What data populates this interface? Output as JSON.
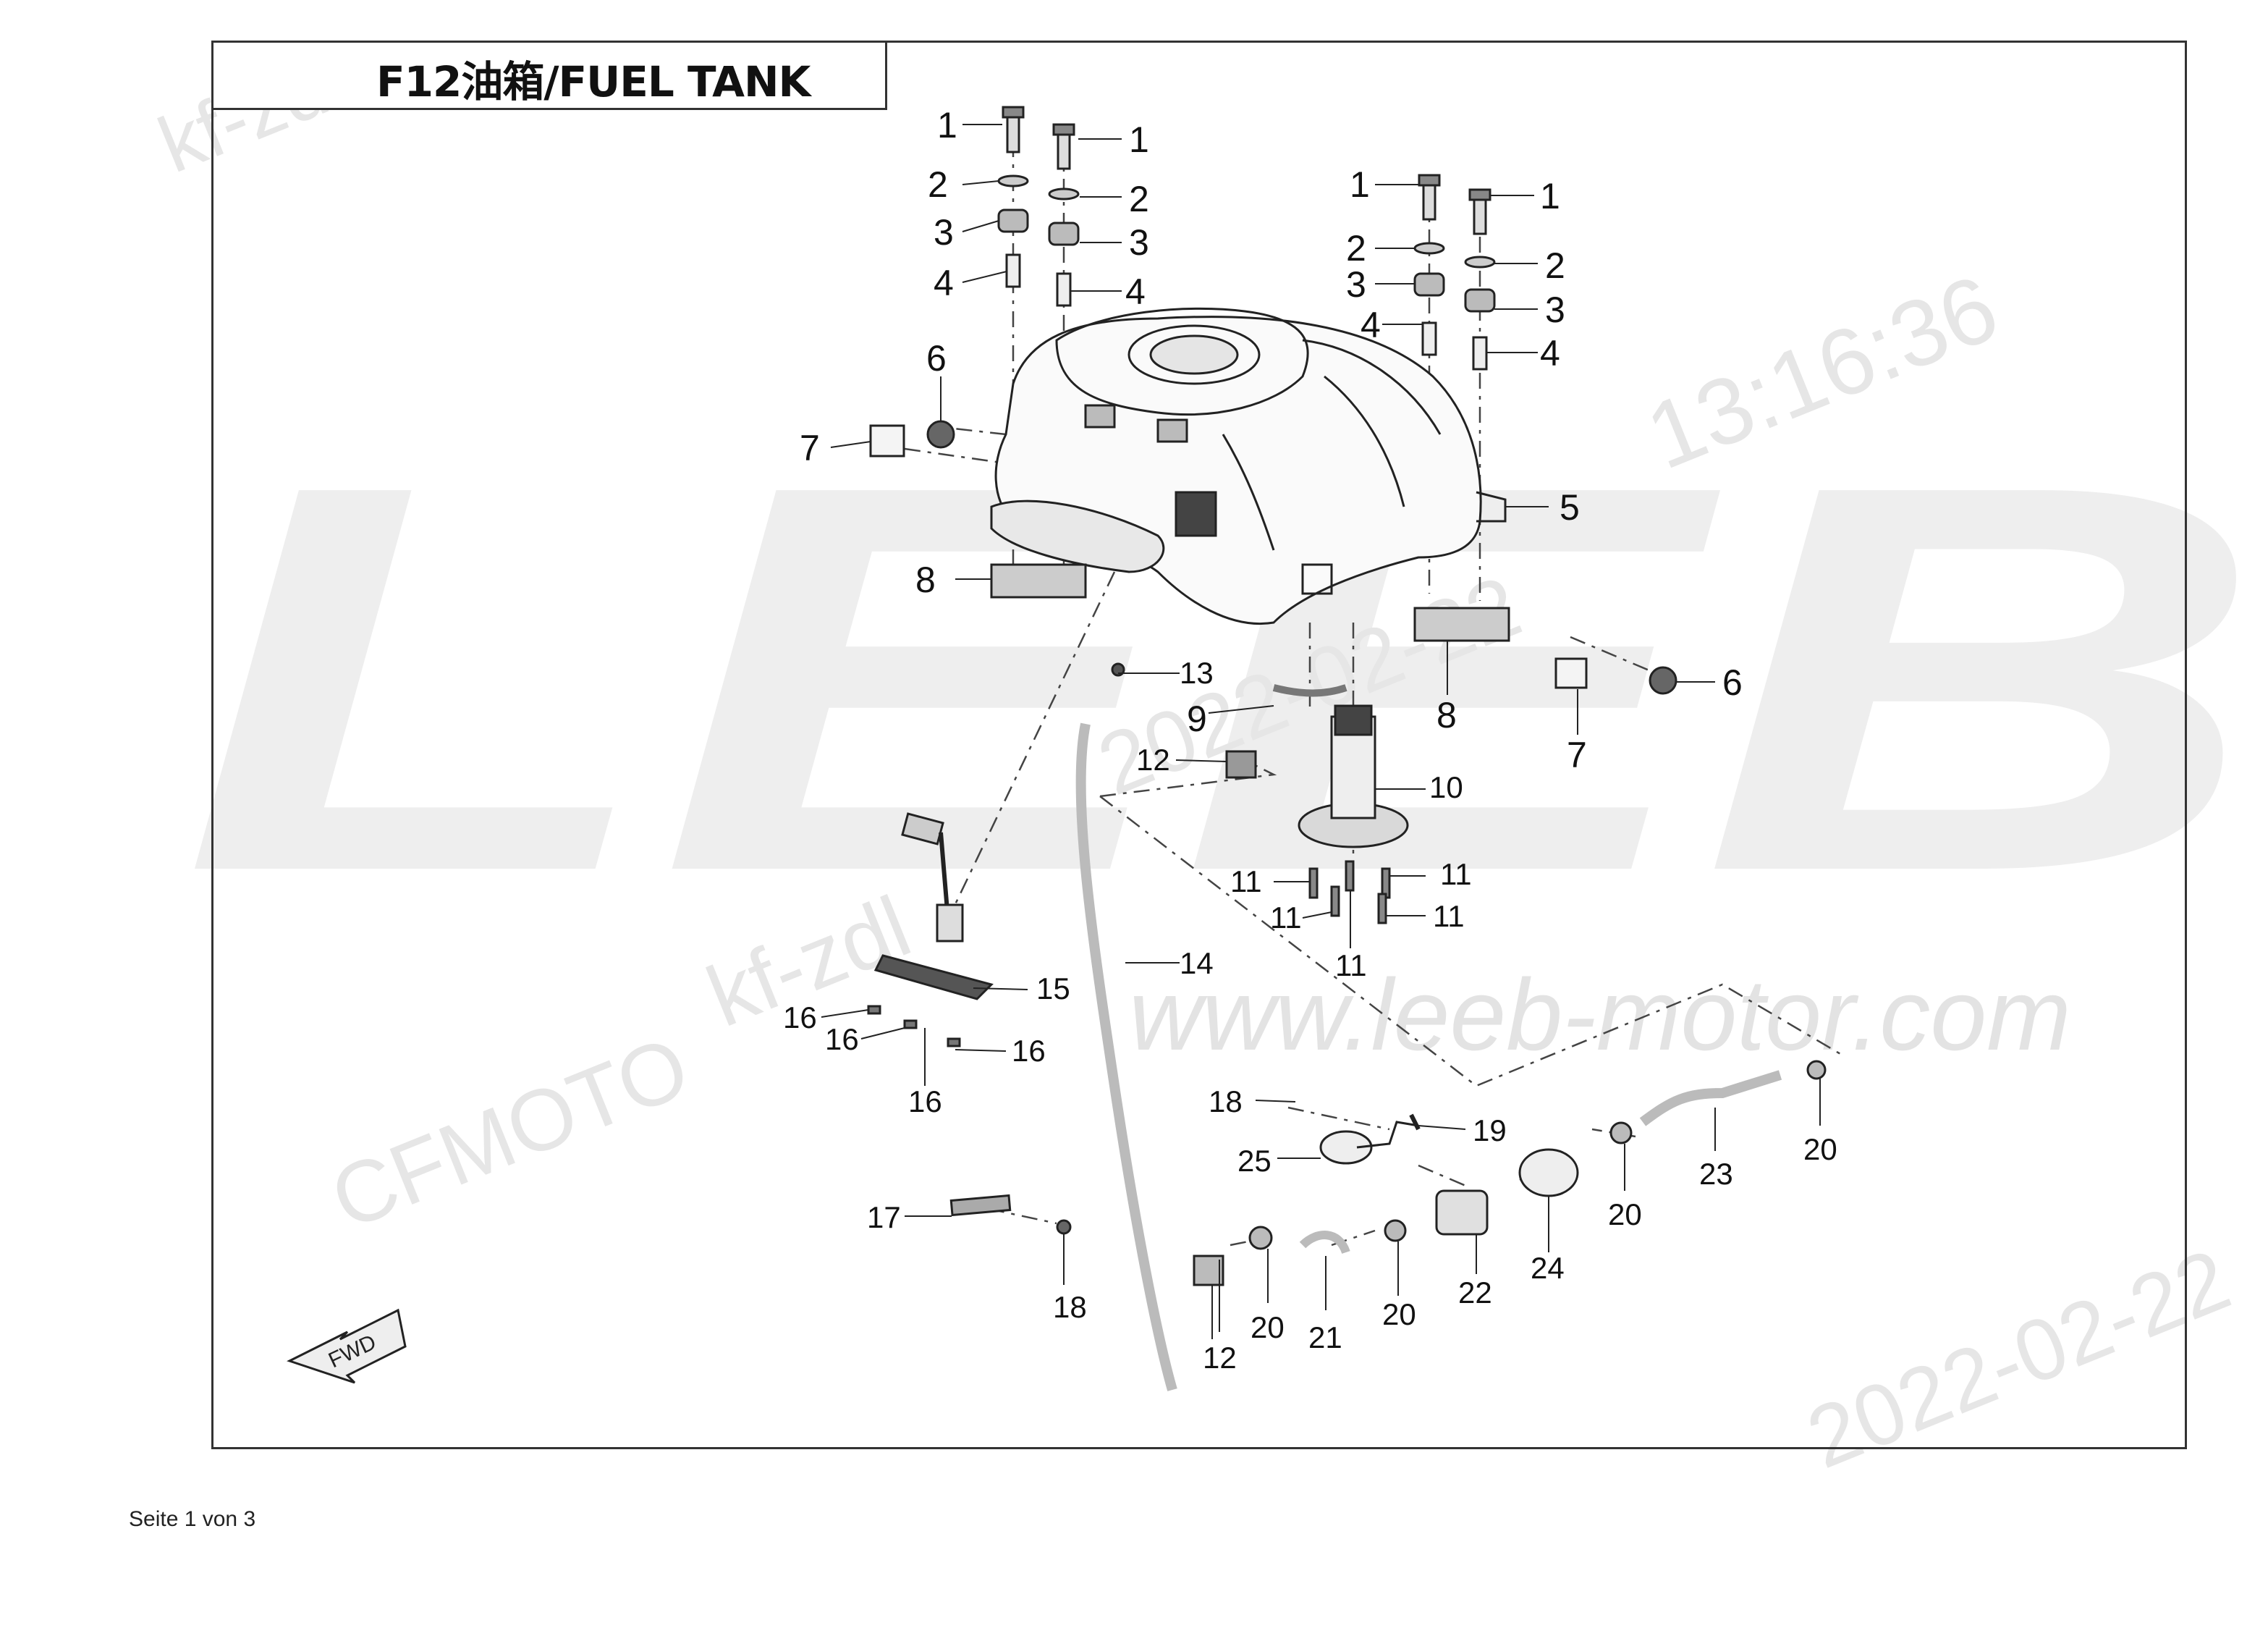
{
  "title": "F12油箱/FUEL TANK",
  "footer": "Seite 1 von 3",
  "fwd_label": "FWD",
  "watermarks": {
    "brand": "LEEB",
    "url": "www.leeb-motor.com",
    "maker": "CFMOTO",
    "code_top": "kf-zdl",
    "code_mid": "kf-zdl",
    "date_mid": "2022-02-22",
    "time": "13:16:36",
    "date_bottom": "2022-02-22"
  },
  "callouts": {
    "c1a": "1",
    "c1b": "1",
    "c1c": "1",
    "c1d": "1",
    "c2a": "2",
    "c2b": "2",
    "c2c": "2",
    "c2d": "2",
    "c3a": "3",
    "c3b": "3",
    "c3c": "3",
    "c3d": "3",
    "c4a": "4",
    "c4b": "4",
    "c4c": "4",
    "c4d": "4",
    "c5": "5",
    "c6a": "6",
    "c6b": "6",
    "c7a": "7",
    "c7b": "7",
    "c8a": "8",
    "c8b": "8",
    "c9": "9",
    "c10": "10",
    "c11a": "11",
    "c11b": "11",
    "c11c": "11",
    "c11d": "11",
    "c11e": "11",
    "c12a": "12",
    "c12b": "12",
    "c13": "13",
    "c14": "14",
    "c15": "15",
    "c16a": "16",
    "c16b": "16",
    "c16c": "16",
    "c16d": "16",
    "c17": "17",
    "c18a": "18",
    "c18b": "18",
    "c19": "19",
    "c20a": "20",
    "c20b": "20",
    "c20c": "20",
    "c20d": "20",
    "c21": "21",
    "c22": "22",
    "c23": "23",
    "c24": "24",
    "c25": "25"
  },
  "colors": {
    "line": "#222222",
    "part_fill": "#d9d9d9",
    "part_dark": "#555555",
    "watermark": "#ececec"
  }
}
